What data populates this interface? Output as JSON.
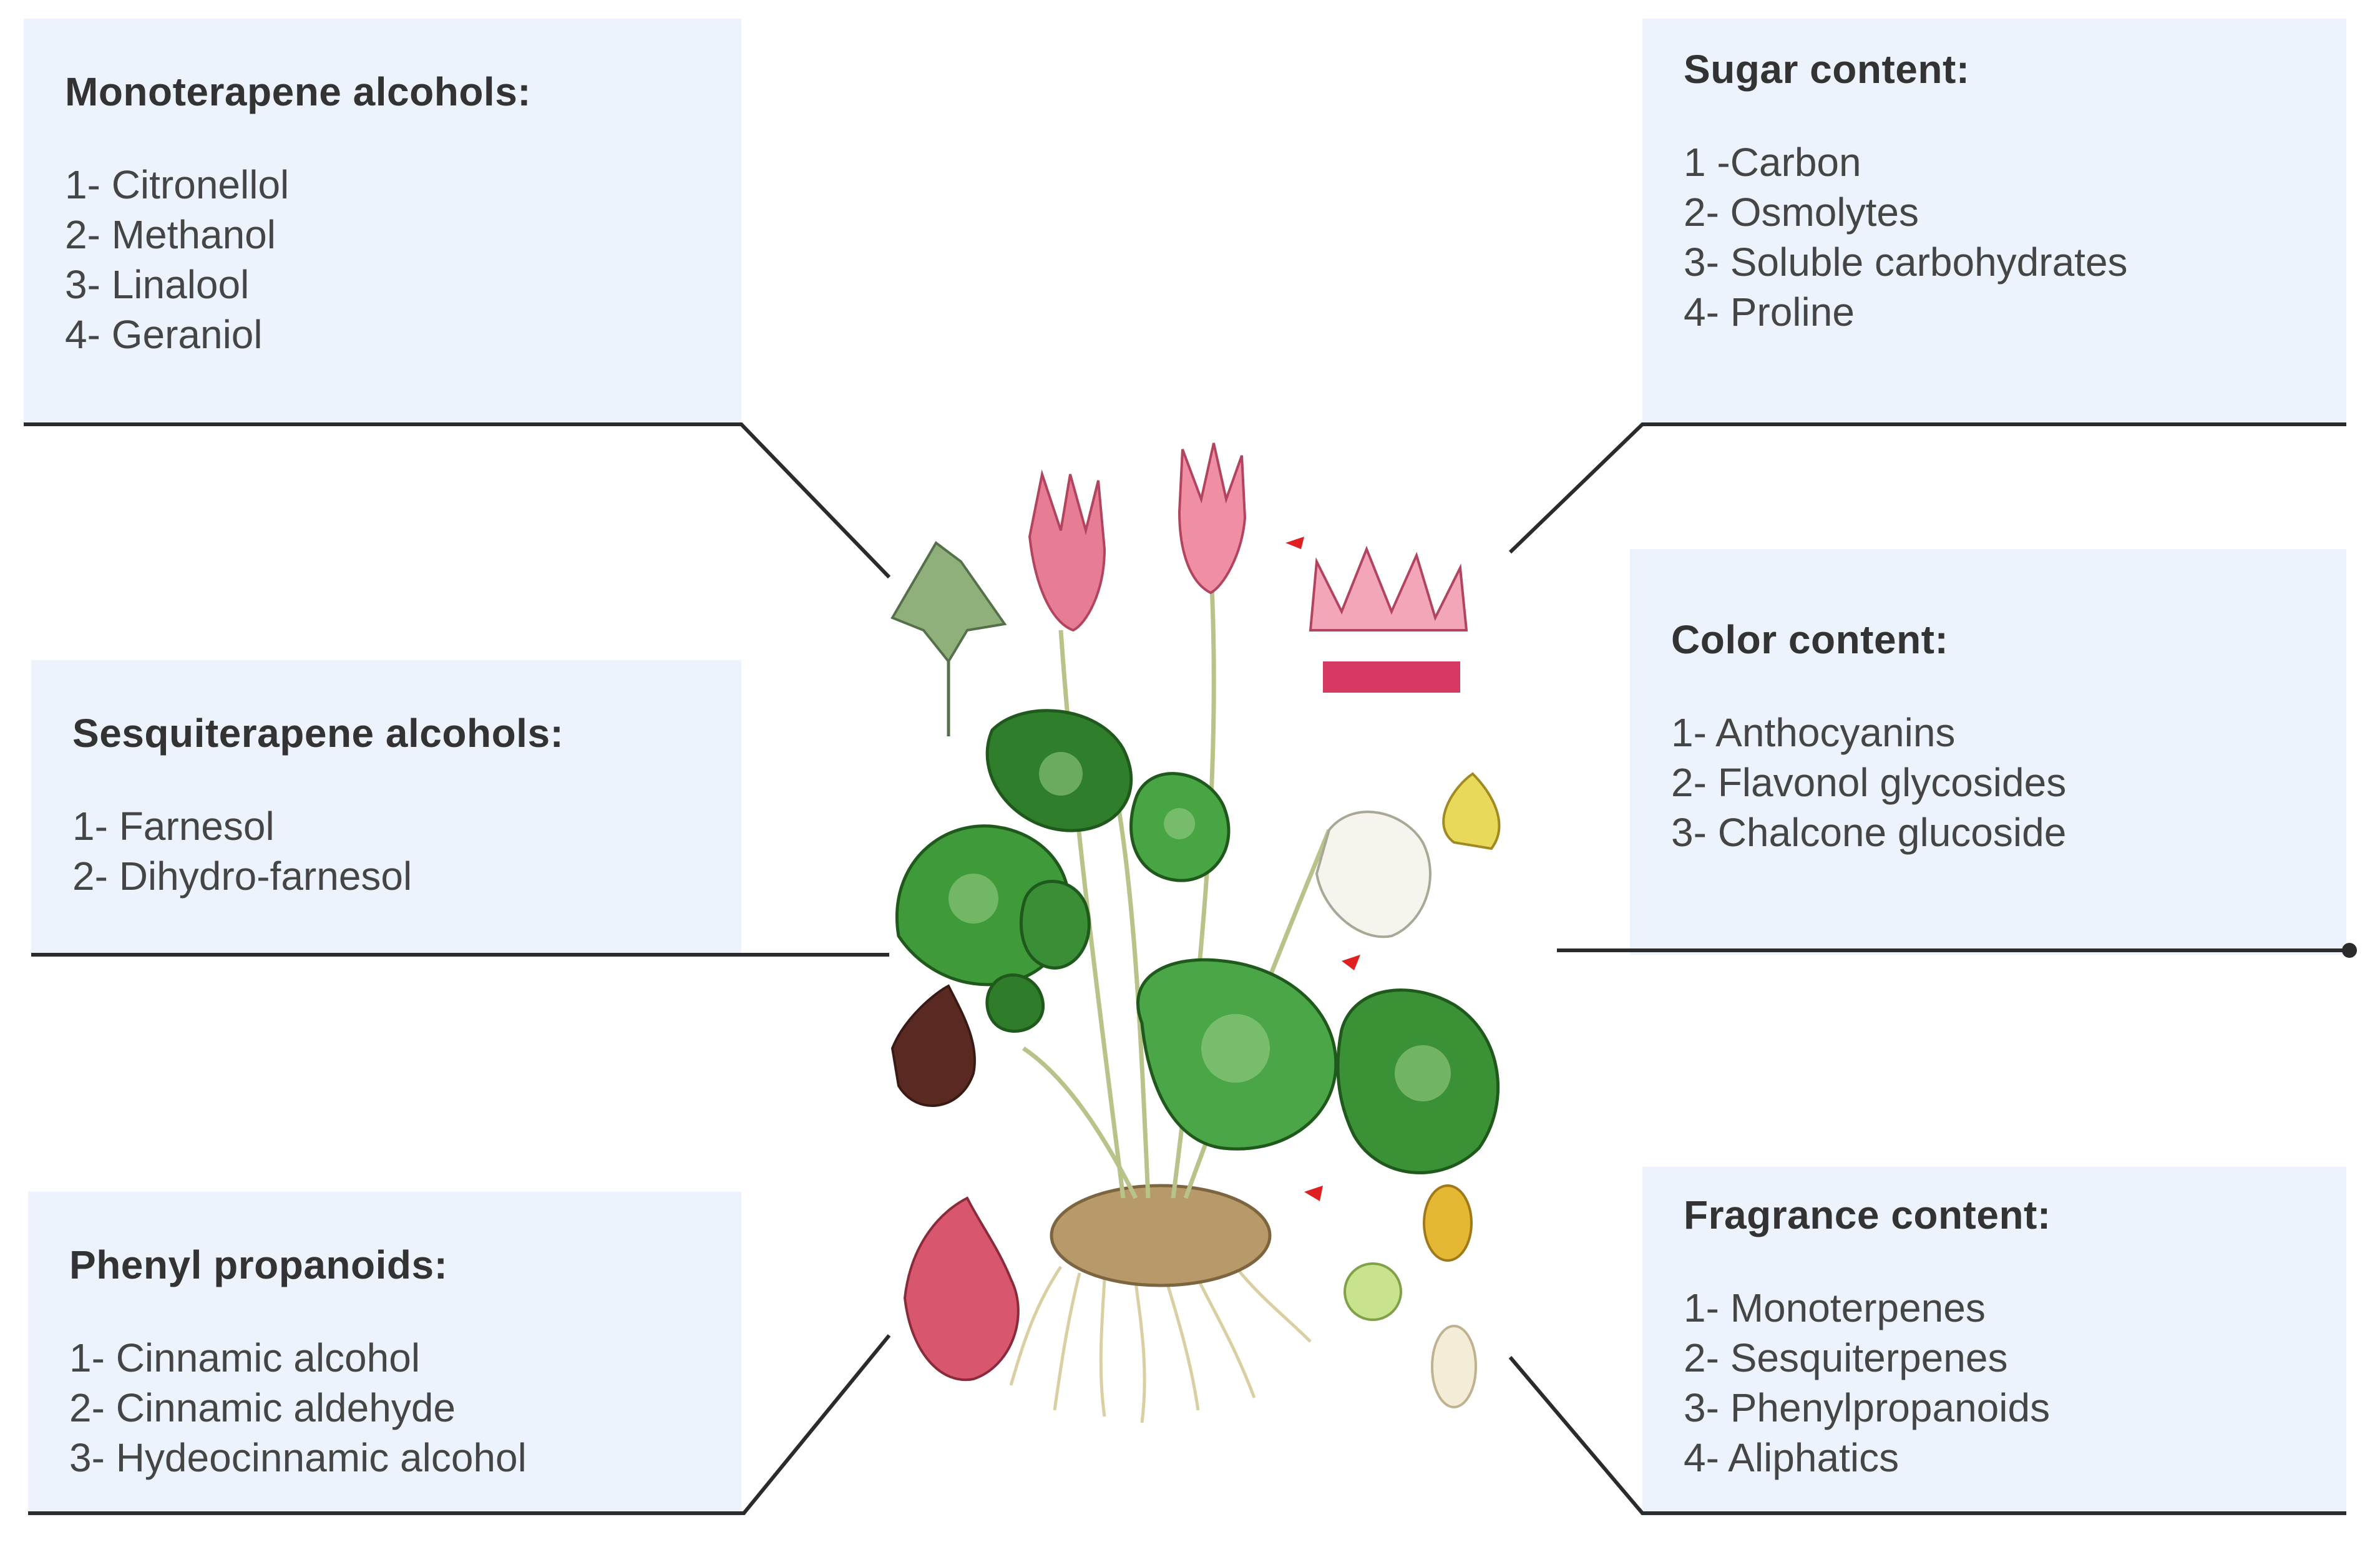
{
  "boxes": {
    "monoterpene": {
      "title": "Monoterapene alcohols:",
      "items": [
        "1- Citronellol",
        "2- Methanol",
        "3- Linalool",
        "4- Geraniol"
      ]
    },
    "sesquiterpene": {
      "title": "Sesquiterapene alcohols:",
      "items": [
        "1- Farnesol",
        "2- Dihydro-farnesol"
      ]
    },
    "phenyl": {
      "title": "Phenyl propanoids:",
      "items": [
        "1- Cinnamic alcohol",
        "2- Cinnamic aldehyde",
        "3- Hydeocinnamic alcohol"
      ]
    },
    "sugar": {
      "title": "Sugar content:",
      "items": [
        "1 -Carbon",
        "2- Osmolytes",
        "3- Soluble carbohydrates",
        "4- Proline"
      ]
    },
    "color": {
      "title": "Color content:",
      "items": [
        "1- Anthocyanins",
        "2- Flavonol glycosides",
        "3- Chalcone glucoside"
      ]
    },
    "fragrance": {
      "title": "Fragrance content:",
      "items": [
        "1- Monoterpenes",
        "2- Sesquiterpenes",
        "3- Phenylpropanoids",
        "4- Aliphatics"
      ]
    }
  },
  "colors": {
    "box_background": "#edf3fc",
    "connector": "#2b2b2b",
    "leaf": "#3f9a3a",
    "flower": "#e0607c"
  }
}
